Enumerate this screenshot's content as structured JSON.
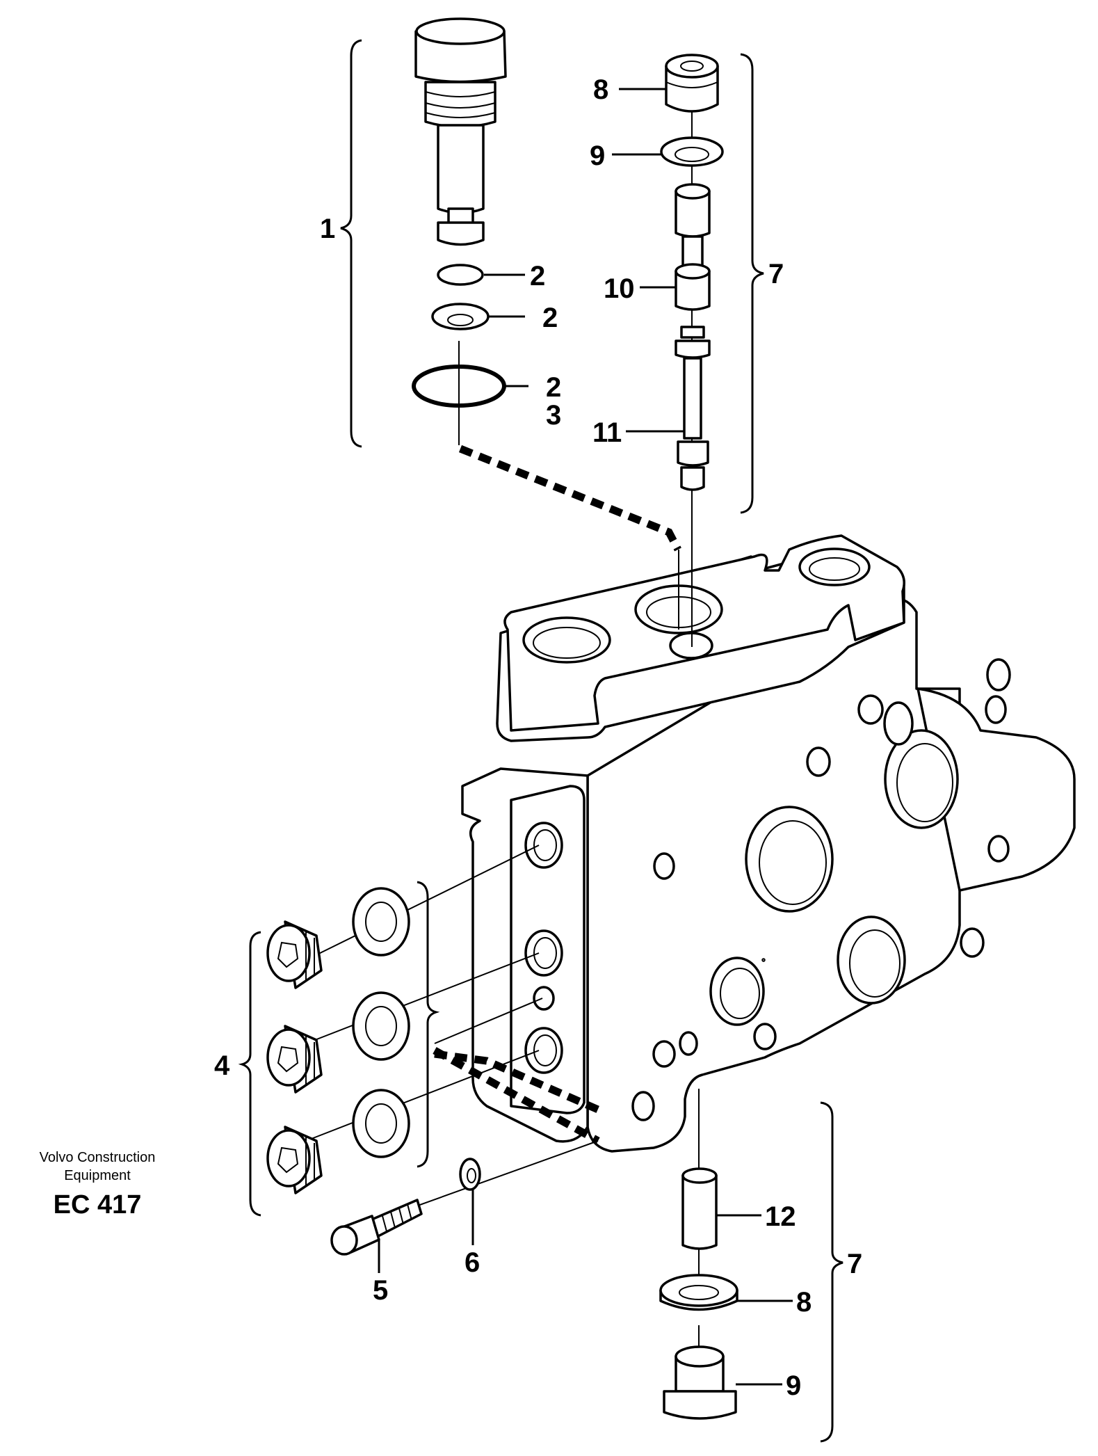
{
  "callouts": {
    "c1": "1",
    "c2a": "2",
    "c2b": "2",
    "c2c": "2",
    "c3": "3",
    "c4": "4",
    "c5": "5",
    "c6": "6",
    "c7a": "7",
    "c7b": "7",
    "c8a": "8",
    "c8b": "8",
    "c9a": "9",
    "c9b": "9",
    "c10": "10",
    "c11": "11",
    "c12": "12"
  },
  "footer": {
    "brand_line1": "Volvo Construction",
    "brand_line2": "Equipment",
    "drawing_code": "EC 417"
  },
  "icons": [
    "relief-valve",
    "seal-ring",
    "o-ring",
    "plug",
    "spring",
    "poppet",
    "screw",
    "washer",
    "valve-section-body"
  ]
}
